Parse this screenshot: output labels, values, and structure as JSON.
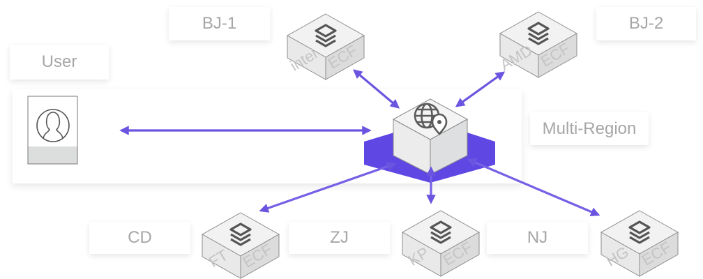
{
  "title": "Multi-Region ECF Architecture",
  "labels": {
    "user": "User",
    "bj1": "BJ-1",
    "bj2": "BJ-2",
    "multi_region": "Multi-Region",
    "cd": "CD",
    "zj": "ZJ",
    "nj": "NJ"
  },
  "nodes": [
    {
      "id": "intel",
      "left_text": "intel",
      "right_text": "ECF",
      "icon": "layers-icon",
      "region": "BJ-1"
    },
    {
      "id": "amd",
      "left_text": "AMD",
      "right_text": "ECF",
      "icon": "layers-icon",
      "region": "BJ-2"
    },
    {
      "id": "ft",
      "left_text": "FT",
      "right_text": "ECF",
      "icon": "layers-icon",
      "region": "CD"
    },
    {
      "id": "kp",
      "left_text": "KP",
      "right_text": "ECF",
      "icon": "layers-icon",
      "region": "ZJ"
    },
    {
      "id": "hg",
      "left_text": "HG",
      "right_text": "ECF",
      "icon": "layers-icon",
      "region": "NJ"
    }
  ],
  "hub": {
    "icon": "globe-location-icon",
    "label": "Multi-Region"
  },
  "user_icon": "user-icon",
  "colors": {
    "accent": "#6b55e0",
    "platform": "#5f47e3",
    "label_text": "#a6a6a6",
    "cube_top": "#f2f2f2",
    "cube_left": "#e8e8e8",
    "cube_right": "#dcdcdc",
    "icon": "#555555"
  }
}
